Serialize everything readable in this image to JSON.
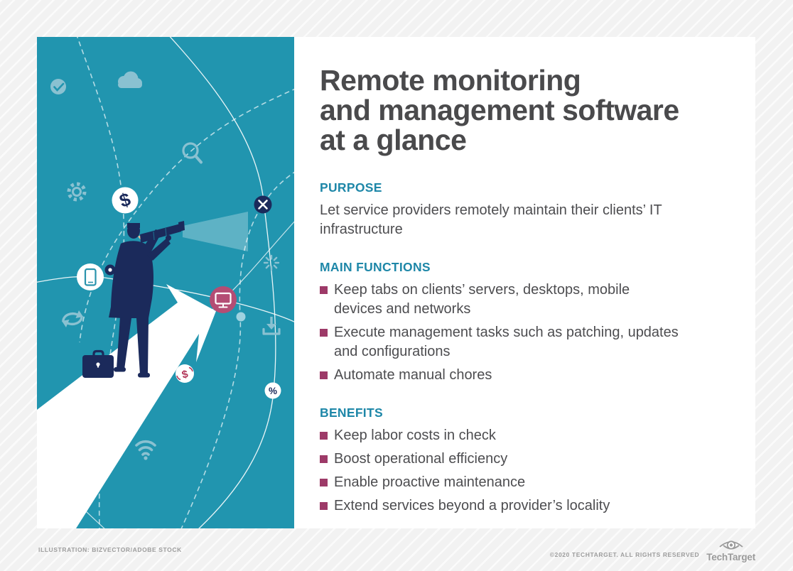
{
  "header": {
    "title_lines": [
      "Remote monitoring",
      "and management software",
      "at a glance"
    ]
  },
  "sections": {
    "purpose": {
      "heading": "PURPOSE",
      "body": "Let service providers remotely maintain their clients’ IT infrastructure"
    },
    "main_functions": {
      "heading": "MAIN FUNCTIONS",
      "bullets": [
        "Keep tabs on clients’ servers, desktops, mobile devices and networks",
        "Execute management tasks such as patching, updates and configurations",
        "Automate manual chores"
      ]
    },
    "benefits": {
      "heading": "BENEFITS",
      "bullets": [
        "Keep labor costs in check",
        "Boost operational efficiency",
        "Enable proactive maintenance",
        "Extend services beyond a provider’s locality"
      ]
    }
  },
  "footer": {
    "credit": "ILLUSTRATION: BIZVECTOR/ADOBE STOCK",
    "copyright": "©2020 TECHTARGET. ALL RIGHTS RESERVED",
    "brand": "TechTarget"
  },
  "illustration": {
    "glyphs": {
      "dollar": "$",
      "dollar_small": "$",
      "percent": "%"
    },
    "icons": [
      "check-icon",
      "cloud-icon",
      "search-icon",
      "gear-icon",
      "dollar-circle-icon",
      "tools-icon",
      "phone-icon",
      "pin-dot-icon",
      "spinner-icon",
      "monitor-icon",
      "sync-icon",
      "download-icon",
      "briefcase-icon",
      "currency-exchange-icon",
      "percent-icon",
      "wifi-icon",
      "growth-arrow",
      "businessman-telescope"
    ]
  },
  "colors": {
    "teal": "#2195af",
    "navy": "#1b2a5b",
    "bullet_maroon": "#9d3a68",
    "monitor_circle": "#b44d74",
    "heading_teal": "#1e87a8",
    "title_gray": "#4a4a4c",
    "body_gray": "#4d4d50"
  }
}
